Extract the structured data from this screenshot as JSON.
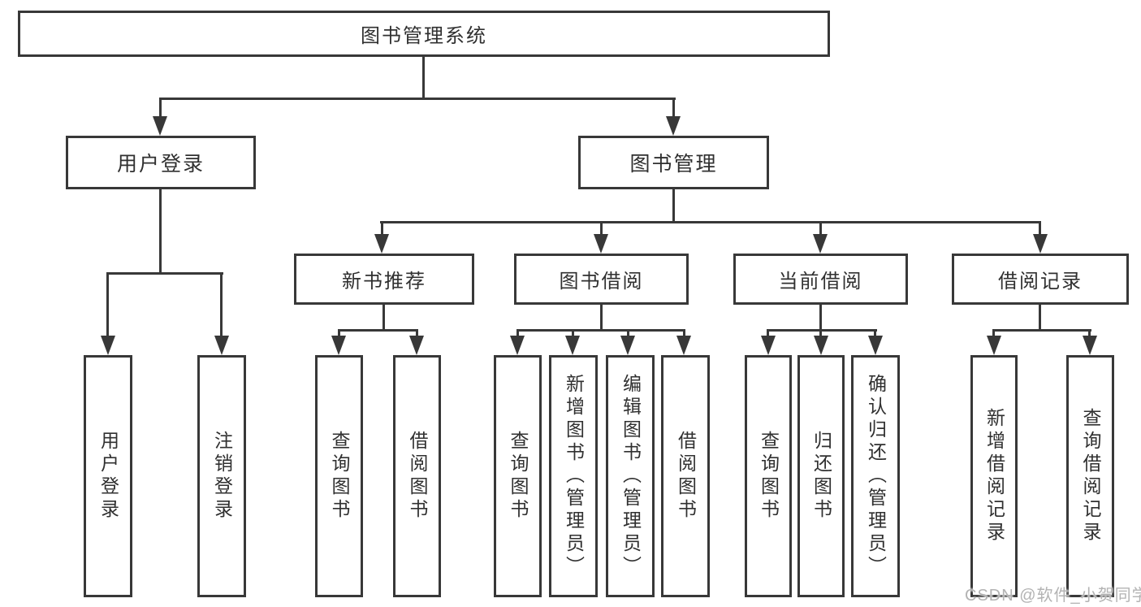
{
  "diagram": {
    "root": "图书管理系统",
    "branches": [
      {
        "label": "用户登录",
        "children": [
          "用户登录",
          "注销登录"
        ]
      },
      {
        "label": "图书管理",
        "groups": [
          {
            "label": "新书推荐",
            "children": [
              "查询图书",
              "借阅图书"
            ]
          },
          {
            "label": "图书借阅",
            "children": [
              "查询图书",
              "新增图书（管理员）",
              "编辑图书（管理员）",
              "借阅图书"
            ]
          },
          {
            "label": "当前借阅",
            "children": [
              "查询图书",
              "归还图书",
              "确认归还（管理员）"
            ]
          },
          {
            "label": "借阅记录",
            "children": [
              "新增借阅记录",
              "查询借阅记录"
            ]
          }
        ]
      }
    ]
  },
  "colors": {
    "line": "#383838",
    "text": "#303030",
    "watermark": "#b3b3b3"
  },
  "watermark": {
    "text": "CSDN @软件_小贺同学"
  }
}
